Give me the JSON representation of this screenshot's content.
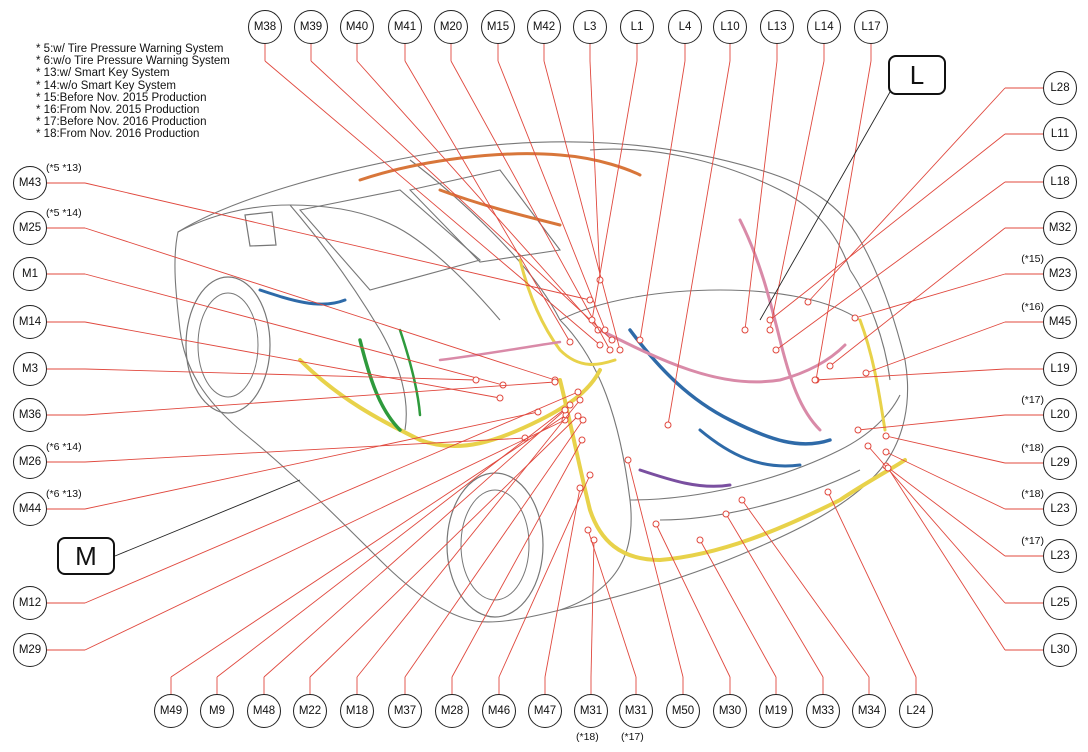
{
  "notes": [
    "* 5:w/ Tire Pressure Warning System",
    "* 6:w/o Tire Pressure Warning System",
    "* 13:w/ Smart Key System",
    "* 14:w/o Smart Key System",
    "* 15:Before Nov. 2015 Production",
    "* 16:From Nov. 2015 Production",
    "* 17:Before Nov. 2016 Production",
    "* 18:From Nov. 2016 Production"
  ],
  "groups": {
    "m": "M",
    "l": "L"
  },
  "top": [
    {
      "label": "M38"
    },
    {
      "label": "M39"
    },
    {
      "label": "M40"
    },
    {
      "label": "M41"
    },
    {
      "label": "M20"
    },
    {
      "label": "M15"
    },
    {
      "label": "M42"
    },
    {
      "label": "L3"
    },
    {
      "label": "L1"
    },
    {
      "label": "L4"
    },
    {
      "label": "L10"
    },
    {
      "label": "L13"
    },
    {
      "label": "L14"
    },
    {
      "label": "L17"
    }
  ],
  "left": [
    {
      "label": "M43",
      "note": "(*5 *13)"
    },
    {
      "label": "M25",
      "note": "(*5 *14)"
    },
    {
      "label": "M1",
      "note": ""
    },
    {
      "label": "M14",
      "note": ""
    },
    {
      "label": "M3",
      "note": ""
    },
    {
      "label": "M36",
      "note": ""
    },
    {
      "label": "M26",
      "note": "(*6 *14)"
    },
    {
      "label": "M44",
      "note": "(*6 *13)"
    },
    {
      "label": "M12",
      "note": ""
    },
    {
      "label": "M29",
      "note": ""
    }
  ],
  "right": [
    {
      "label": "L28",
      "note": ""
    },
    {
      "label": "L11",
      "note": ""
    },
    {
      "label": "L18",
      "note": ""
    },
    {
      "label": "M32",
      "note": ""
    },
    {
      "label": "M23",
      "note": "(*15)"
    },
    {
      "label": "M45",
      "note": "(*16)"
    },
    {
      "label": "L19",
      "note": ""
    },
    {
      "label": "L20",
      "note": "(*17)"
    },
    {
      "label": "L29",
      "note": "(*18)"
    },
    {
      "label": "L23",
      "note": "(*18)"
    },
    {
      "label": "L23",
      "note": "(*17)"
    },
    {
      "label": "L25",
      "note": ""
    },
    {
      "label": "L30",
      "note": ""
    }
  ],
  "bottom": [
    {
      "label": "M49",
      "note": ""
    },
    {
      "label": "M9",
      "note": ""
    },
    {
      "label": "M48",
      "note": ""
    },
    {
      "label": "M22",
      "note": ""
    },
    {
      "label": "M18",
      "note": ""
    },
    {
      "label": "M37",
      "note": ""
    },
    {
      "label": "M28",
      "note": ""
    },
    {
      "label": "M46",
      "note": ""
    },
    {
      "label": "M47",
      "note": ""
    },
    {
      "label": "M31",
      "note": "(*18)"
    },
    {
      "label": "M31",
      "note": "(*17)"
    },
    {
      "label": "M50",
      "note": ""
    },
    {
      "label": "M30",
      "note": ""
    },
    {
      "label": "M19",
      "note": ""
    },
    {
      "label": "M33",
      "note": ""
    },
    {
      "label": "M34",
      "note": ""
    },
    {
      "label": "L24",
      "note": ""
    }
  ],
  "colors": {
    "leader": "#e0483e",
    "harness_yellow": "#e8d24a",
    "harness_blue": "#2e6aa8",
    "harness_pink": "#d98aa8",
    "harness_green": "#2e9a3c",
    "harness_orange": "#d8763a",
    "harness_purple": "#7a4fa0",
    "outline": "#777777"
  }
}
